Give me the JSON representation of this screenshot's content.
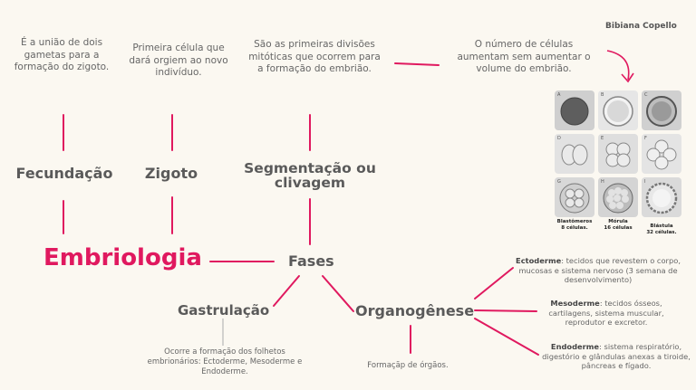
{
  "author": "Bibiana Copello",
  "main_title": "Embriologia",
  "phases_label": "Fases",
  "nodes": {
    "fecundacao": {
      "title": "Fecundação",
      "desc": "É a união de dois gametas para a formação do zigoto."
    },
    "zigoto": {
      "title": "Zigoto",
      "desc": "Primeira célula que dará orgiem ao novo indivíduo."
    },
    "segmentacao": {
      "title": "Segmentação ou clivagem",
      "desc": "São as primeiras divisões mitóticas que ocorrem para a formação do embrião."
    },
    "celulas_note": "O número de células aumentam sem aumentar o volume do embrião.",
    "gastrulacao": {
      "title": "Gastrulação",
      "desc": "Ocorre a formação dos folhetos embrionários: Ectoderme, Mesoderme e Endoderme."
    },
    "organogenese": {
      "title": "Organogênese",
      "desc": "Formaçãp de órgãos."
    }
  },
  "germ_layers": [
    {
      "name": "Ectoderme",
      "text": ": tecidos que revestem o corpo, mucosas e sistema nervoso (3 semana de desenvolvimento)"
    },
    {
      "name": "Mesoderme",
      "text": ": tecidos ósseos, cartilagens, sistema muscular, reprodutor e excretor."
    },
    {
      "name": "Endoderme",
      "text": ": sistema respiratório, digestório e glândulas anexas a tiroide, pâncreas e fígado."
    }
  ],
  "image_panels": [
    "A",
    "B",
    "C",
    "D",
    "E",
    "F",
    "G",
    "H",
    "I"
  ],
  "image_captions": [
    {
      "title": "Blastômeros",
      "sub": "8 células."
    },
    {
      "title": "Mórula",
      "sub": "16 células"
    },
    {
      "title": "Blástula",
      "sub": "32 células."
    }
  ],
  "colors": {
    "accent": "#e0195f",
    "line": "#e0195f",
    "text": "#5a5a5a",
    "background": "#fbf8f1"
  }
}
